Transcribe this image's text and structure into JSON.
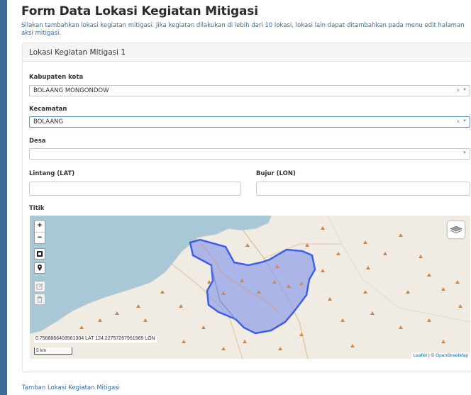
{
  "page": {
    "title": "Form Data Lokasi Kegiatan Mitigasi",
    "description": "Silakan tambahkan lokasi kegiatan mitigasi. Jika kegiatan dilakukan di lebih dari 10 lokasi, lokasi lain dapat ditambahkan pada menu edit halaman aksi mitigasi."
  },
  "panel": {
    "title": "Lokasi Kegiatan Mitigasi 1",
    "kabupaten": {
      "label": "Kabupaten kota",
      "value": "BOLAANG MONGONDOW",
      "clear": "×",
      "arrow": "▼"
    },
    "kecamatan": {
      "label": "Kecamatan",
      "value": "BOLAANG",
      "clear": "×",
      "arrow": "▼"
    },
    "desa": {
      "label": "Desa",
      "value": "",
      "arrow": "▼"
    },
    "lintang": {
      "label": "Lintang (LAT)",
      "value": ""
    },
    "bujur": {
      "label": "Bujur (LON)",
      "value": ""
    },
    "titik": {
      "label": "Titik"
    }
  },
  "map": {
    "zoom_in": "+",
    "zoom_out": "−",
    "coords": "0.7568866403561304 LAT 124.22757267951965 LON",
    "scale": "5 km",
    "attribution_leaflet": "Leaflet",
    "attribution_sep": " | © ",
    "attribution_osm": "OpenStreetMap",
    "colors": {
      "sea": "#a9c8d6",
      "land": "#f0ece4",
      "polygon_fill": "#8d9ee8",
      "polygon_stroke": "#3f5ee8",
      "peak": "#d0884a"
    }
  },
  "footer": {
    "add_location": "Tamban Lokasi Kegiatan Mitigasi"
  }
}
